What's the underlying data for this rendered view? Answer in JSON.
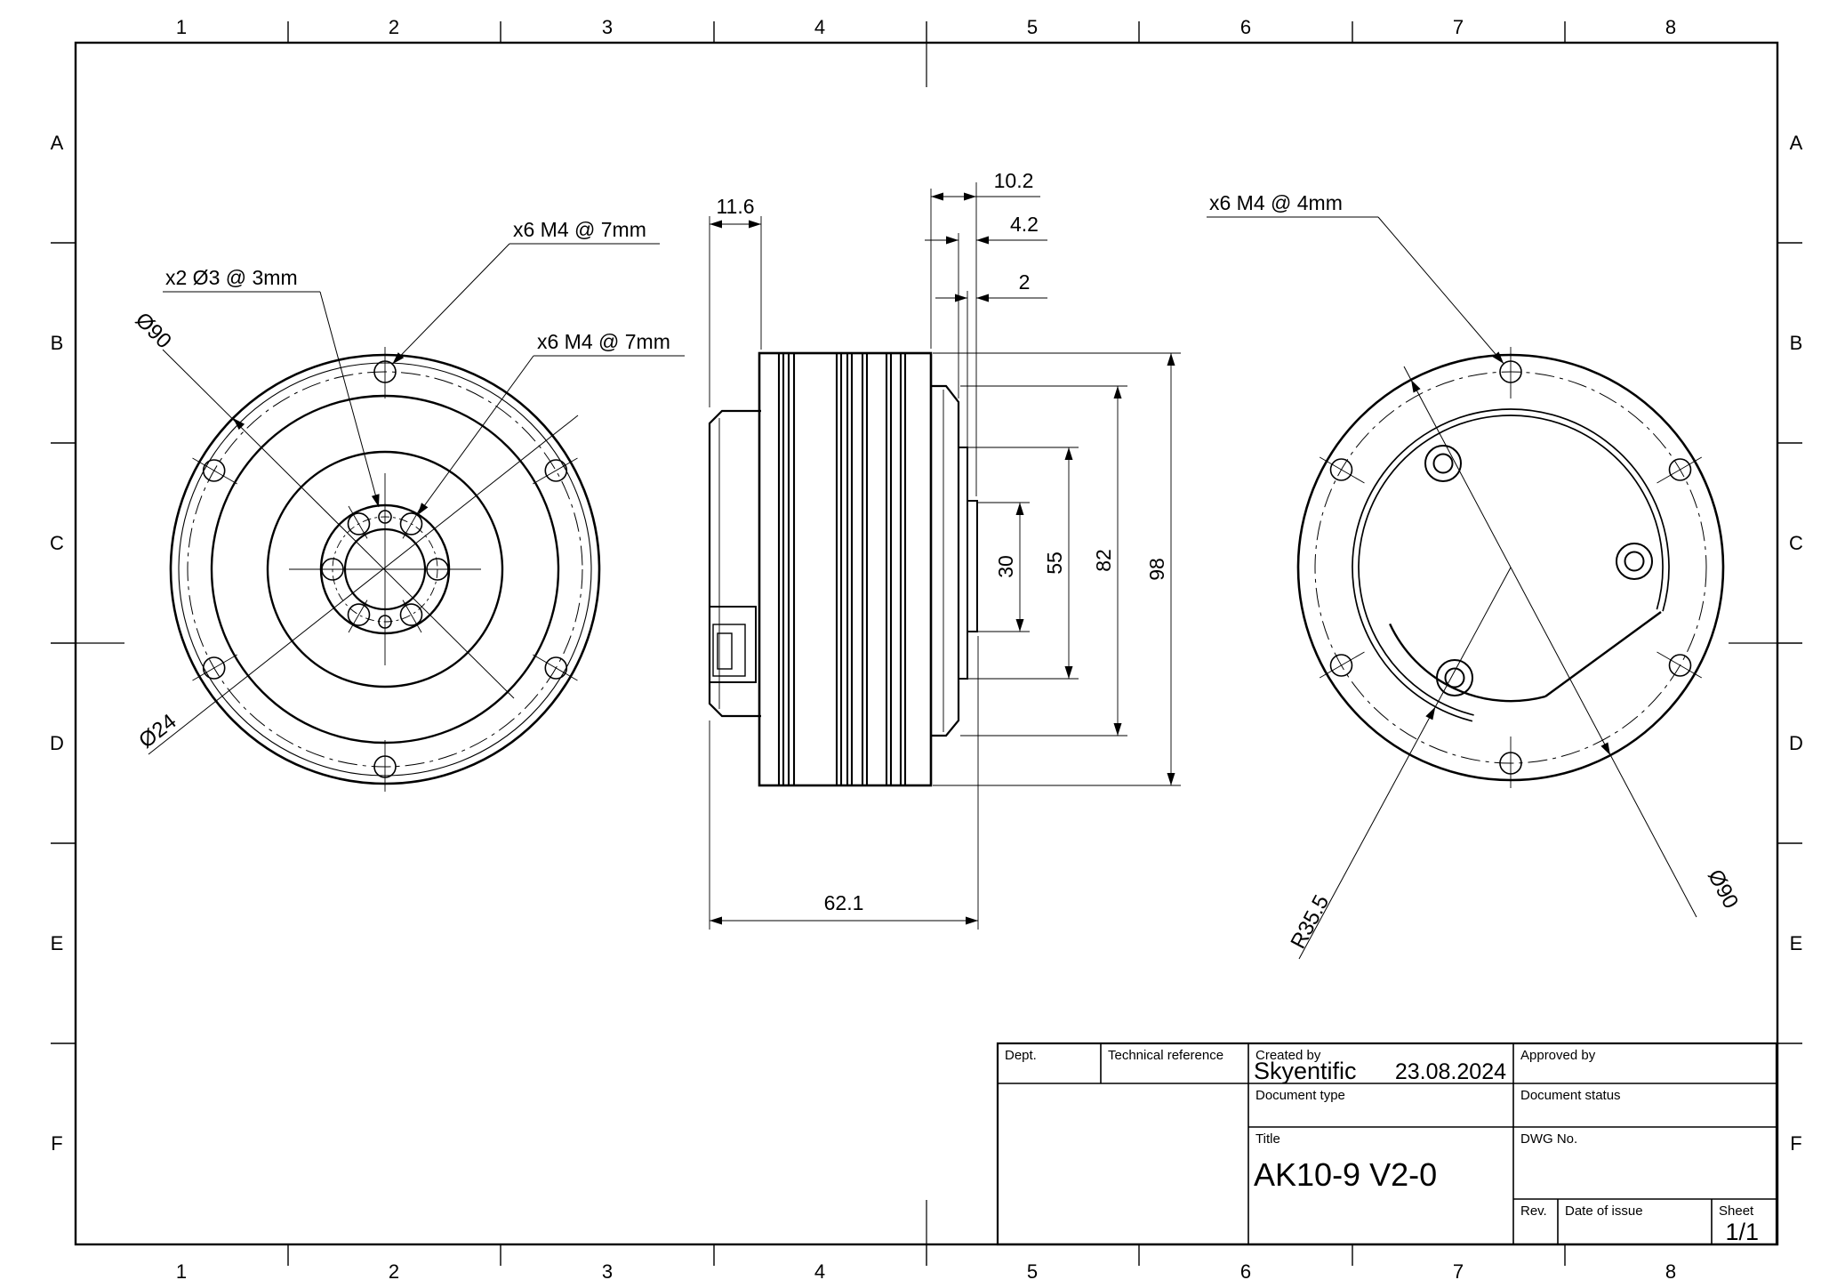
{
  "sheet": {
    "columns": [
      "1",
      "2",
      "3",
      "4",
      "5",
      "6",
      "7",
      "8"
    ],
    "rows": [
      "A",
      "B",
      "C",
      "D",
      "E",
      "F"
    ]
  },
  "title_block": {
    "dept_label": "Dept.",
    "technical_reference_label": "Technical reference",
    "created_by_label": "Created by",
    "created_by_value": "Skyentific",
    "created_date": "23.08.2024",
    "approved_by_label": "Approved by",
    "document_type_label": "Document type",
    "document_status_label": "Document status",
    "title_label": "Title",
    "title_value": "AK10-9 V2-0",
    "dwg_no_label": "DWG No.",
    "rev_label": "Rev.",
    "date_of_issue_label": "Date of issue",
    "sheet_label": "Sheet",
    "sheet_value": "1/1"
  },
  "front_view": {
    "callout_pins": "x2 Ø3 @ 3mm",
    "callout_bolt_outer": "x6 M4 @ 7mm",
    "callout_bolt_hub": "x6 M4 @ 7mm",
    "dia_outer": "Ø90",
    "dia_hub": "Ø24"
  },
  "side_view": {
    "dim_rear_width": "11.6",
    "dim_front_total": "10.2",
    "dim_step": "4.2",
    "dim_shaft": "2",
    "dim_d30": "30",
    "dim_d55": "55",
    "dim_d82": "82",
    "dim_d98": "98",
    "dim_length": "62.1"
  },
  "back_view": {
    "callout_bolt": "x6 M4 @ 4mm",
    "radius": "R35.5",
    "dia_outer": "Ø90"
  }
}
